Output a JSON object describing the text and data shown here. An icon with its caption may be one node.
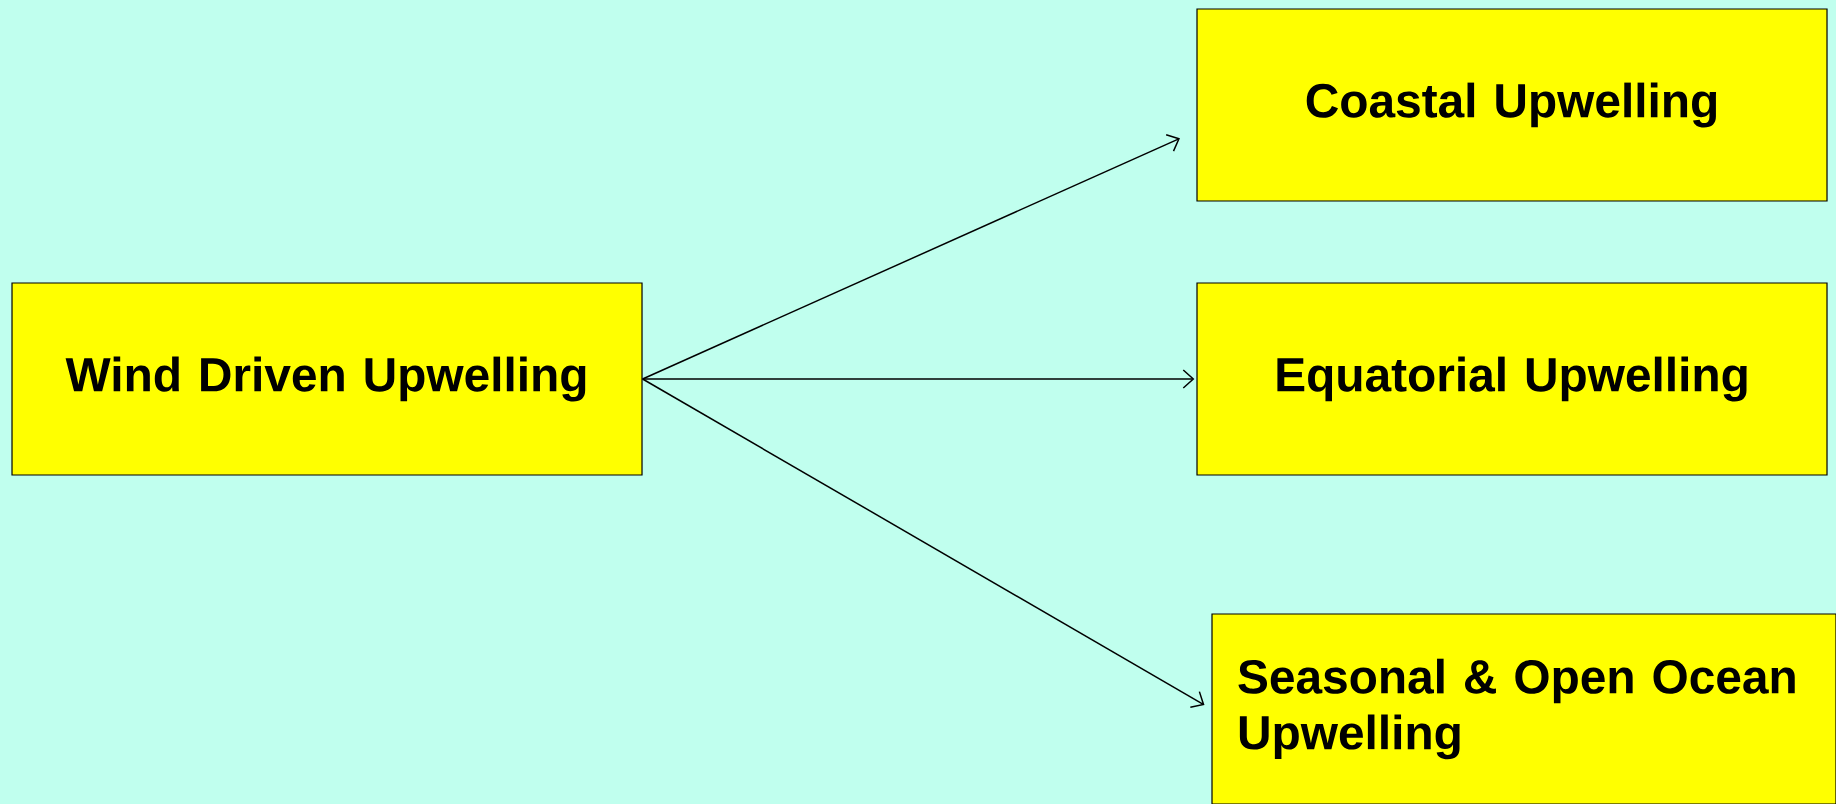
{
  "diagram": {
    "nodes": [
      {
        "text": [
          "Wind Driven Upwelling"
        ]
      },
      {
        "text": [
          "Coastal Upwelling"
        ]
      },
      {
        "text": [
          "Equatorial Upwelling"
        ]
      },
      {
        "text": [
          "Seasonal & Open Ocean Upwelling"
        ]
      }
    ],
    "edges": [
      {
        "from": 0,
        "to": 1,
        "arrow": "to"
      },
      {
        "from": 0,
        "to": 2,
        "arrow": "to"
      },
      {
        "from": 0,
        "to": 3,
        "arrow": "to"
      }
    ]
  }
}
